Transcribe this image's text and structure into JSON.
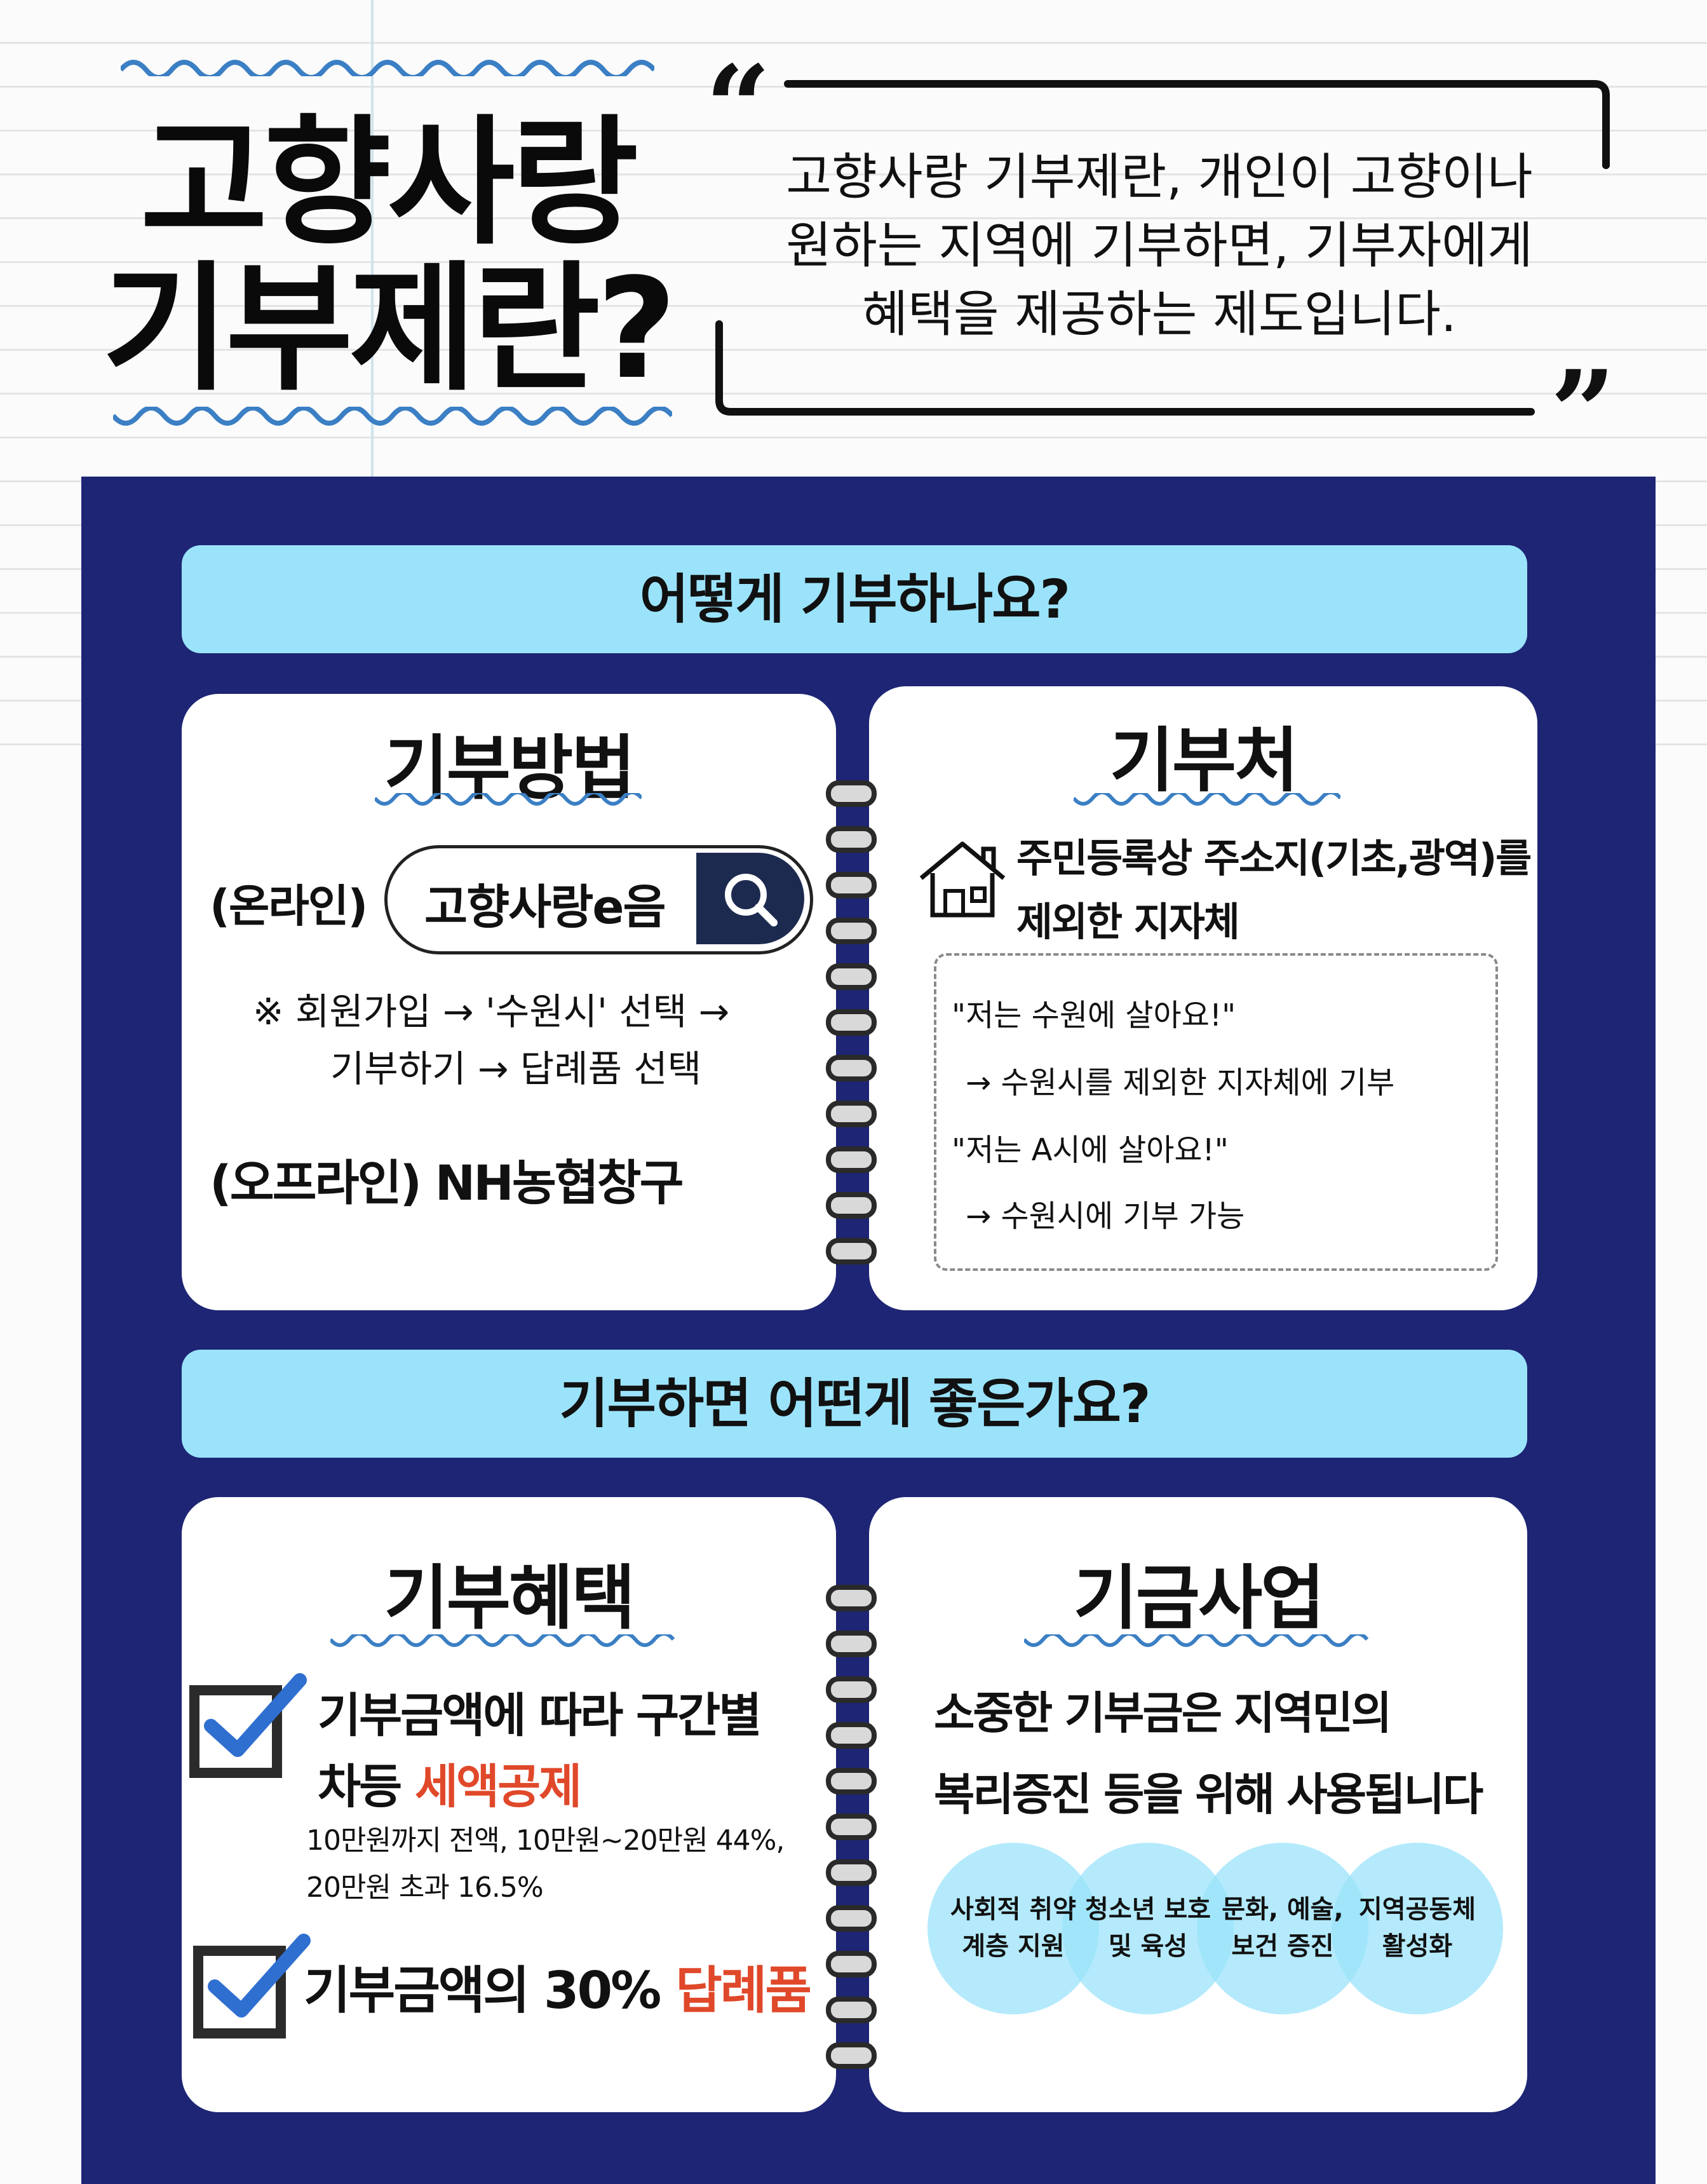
{
  "header": {
    "title_line1": "고향사랑",
    "title_line2": "기부제란?",
    "open_quote": "“",
    "close_quote": "”",
    "quote_line1": "고향사랑 기부제란, 개인이 고향이나",
    "quote_line2": "원하는 지역에 기부하면, 기부자에게",
    "quote_line3": "혜택을 제공하는 제도입니다."
  },
  "section1": {
    "banner": "어떻게 기부하나요?",
    "method": {
      "title": "기부방법",
      "online_label": "(온라인)",
      "search_text": "고향사랑e음",
      "steps_line1": "※ 회원가입   →   '수원시' 선택   →",
      "steps_line2": "기부하기   →   답례품 선택",
      "offline": "(오프라인) NH농협창구"
    },
    "destination": {
      "title": "기부처",
      "desc_line1": "주민등록상 주소지(기초,광역)를",
      "desc_line2": "제외한 지자체",
      "example1_quote": "\"저는 수원에 살아요!\"",
      "example1_result": "→ 수원시를 제외한 지자체에 기부",
      "example2_quote": "\"저는 A시에 살아요!\"",
      "example2_result": "→ 수원시에 기부 가능"
    }
  },
  "section2": {
    "banner": "기부하면 어떤게 좋은가요?",
    "benefits": {
      "title": "기부혜택",
      "item1_line1": "기부금액에 따라 구간별",
      "item1_line2_prefix": "차등 ",
      "item1_line2_highlight": "세액공제",
      "detail_line1": "10만원까지 전액, 10만원~20만원 44%,",
      "detail_line2": "20만원 초과 16.5%",
      "item2_prefix": "기부금액의 30% ",
      "item2_highlight": "답례품"
    },
    "fund": {
      "title": "기금사업",
      "desc_line1": "소중한 기부금은 지역민의",
      "desc_line2": "복리증진 등을 위해 사용됩니다",
      "circles": [
        {
          "line1": "사회적 취약",
          "line2": "계층 지원"
        },
        {
          "line1": "청소년 보호",
          "line2": "및 육성"
        },
        {
          "line1": "문화, 예술,",
          "line2": "보건 증진"
        },
        {
          "line1": "지역공동체",
          "line2": "활성화"
        }
      ]
    }
  },
  "colors": {
    "panel": "#1d2574",
    "banner": "#9be3fb",
    "accent_red": "#e0482a",
    "check_blue": "#2f6fd0",
    "wave_blue": "#3b7fc4"
  },
  "icons": [
    "search-icon",
    "house-icon",
    "checkbox-check-icon"
  ]
}
